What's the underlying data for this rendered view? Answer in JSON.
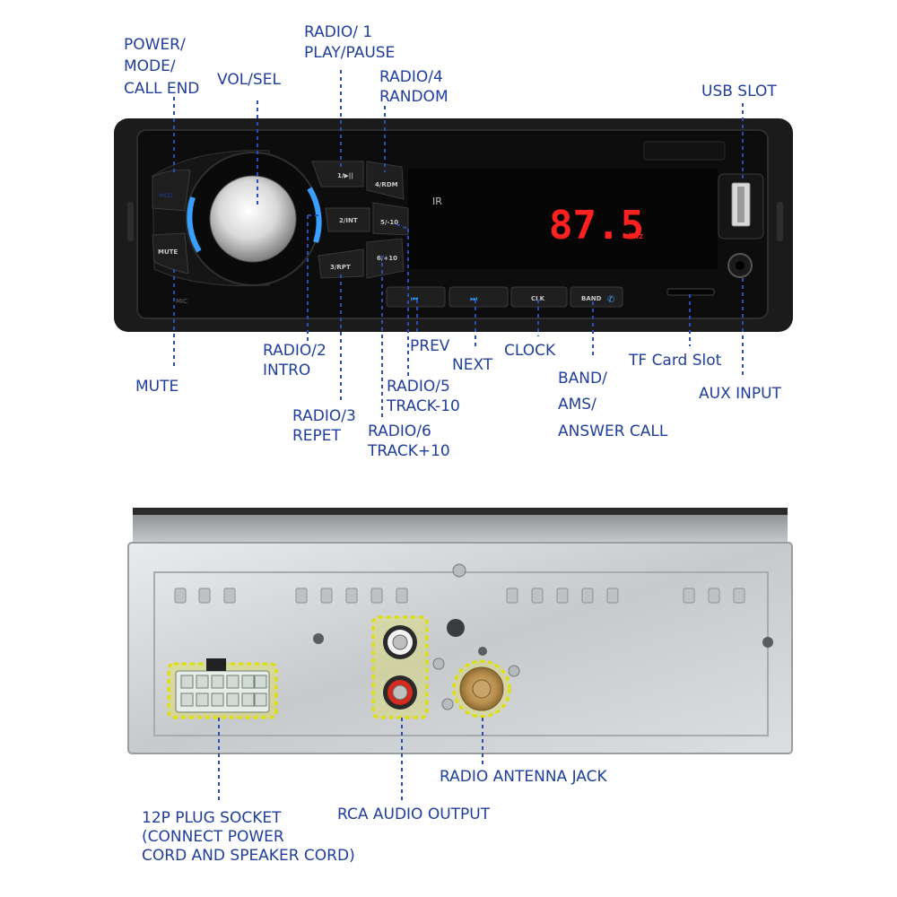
{
  "front_panel": {
    "display": {
      "frequency": "87.5",
      "unit": "MHz"
    },
    "buttons": {
      "b1": "1/▶||",
      "b4": "4/RDM",
      "b2": "2/INT",
      "b5": "5/-10",
      "b3": "3/RPT",
      "b6": "6/+10",
      "mute": "MUTE",
      "mode": "MOD",
      "clk": "CLK",
      "band": "BAND",
      "mic": "MIC"
    }
  },
  "labels": {
    "power": [
      "POWER/",
      "MODE/",
      "CALL END"
    ],
    "vol": "VOL/SEL",
    "radio1": [
      "RADIO/ 1",
      "PLAY/PAUSE"
    ],
    "radio4": [
      "RADIO/4",
      "RANDOM"
    ],
    "usb": "USB SLOT",
    "radio2": [
      "RADIO/2",
      "INTRO"
    ],
    "mute": "MUTE",
    "prev": "PREV",
    "next": "NEXT",
    "clock": "CLOCK",
    "tf": "TF Card Slot",
    "aux": "AUX INPUT",
    "radio5": [
      "RADIO/5",
      "TRACK-10"
    ],
    "radio3": [
      "RADIO/3",
      "REPET"
    ],
    "radio6": [
      "RADIO/6",
      "TRACK+10"
    ],
    "band": [
      "BAND/",
      "AMS/",
      "ANSWER CALL"
    ],
    "antenna": "RADIO ANTENNA JACK",
    "rca": "RCA AUDIO OUTPUT",
    "plug": [
      "12P PLUG SOCKET",
      "(CONNECT POWER",
      "CORD AND SPEAKER CORD)"
    ]
  },
  "colors": {
    "label": "#1f3e9c",
    "leader": "#2a4fb0",
    "display_red": "#ff2020",
    "backlight": "#3aa0ff",
    "highlight": "#f2f000"
  }
}
